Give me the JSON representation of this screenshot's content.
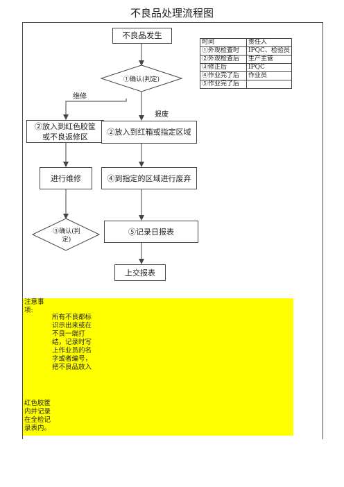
{
  "title": "不良品处理流程图",
  "nodes": {
    "start": "不良品发生",
    "confirm1": "①确认(判定)",
    "put_red_box": "②放入到红色胶筐或不良返修区",
    "put_red_bin": "②放入到红箱或指定区域",
    "repair": "进行维修",
    "scrap": "④到指定的区域进行废弃",
    "confirm3": "③确认(判定)",
    "record": "⑤记录日报表",
    "submit": "上交报表"
  },
  "edge_labels": {
    "repair": "维修",
    "scrap": "报废"
  },
  "responsibility_table": {
    "header": [
      "时间",
      "责任人"
    ],
    "rows": [
      [
        "①外观检查时",
        "IPQC、检验员"
      ],
      [
        "②外观检查后",
        "生产主管"
      ],
      [
        "③修正后",
        "IPQC"
      ],
      [
        "④作业完了后",
        "作业员"
      ],
      [
        "⑤作业完了后",
        ""
      ]
    ]
  },
  "notes": {
    "heading": "注意事项:",
    "body": "所有不良都标识示出来或在不良一端打结，记录时写上作业员的名字或者编号，把不良品放入",
    "tail": "红色胶筐内并记录在全检记录表内。"
  },
  "colors": {
    "notes_background": "#ffff00",
    "line": "#444444"
  }
}
